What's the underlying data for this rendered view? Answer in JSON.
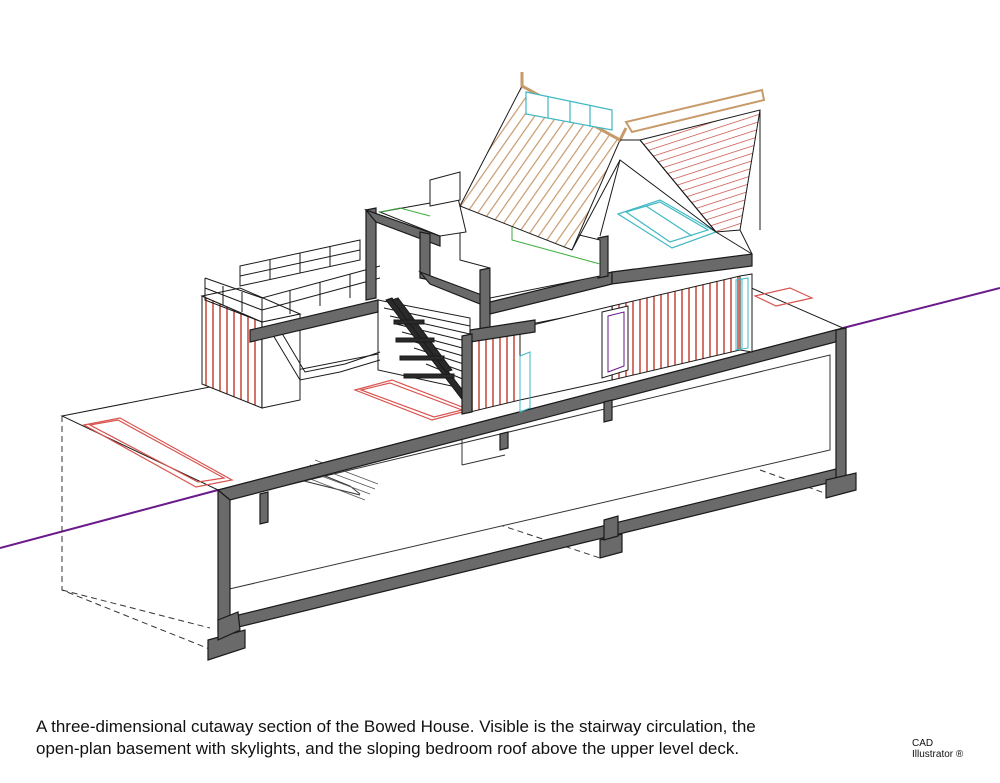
{
  "caption": {
    "line1": "A three-dimensional cutaway section of the Bowed House.  Visible is the stairway circulation, the",
    "line2": "open-plan basement with skylights, and the sloping bedroom roof above the upper level deck."
  },
  "credit": {
    "line1": "CAD",
    "line2": "Illustrator ®"
  },
  "colors": {
    "section_cut": "#6a6a6a",
    "section_outline": "#1a1a1a",
    "site_line": "#6a1a8a",
    "timber_cladding": "#c0392b",
    "roof_planks_tan": "#c79a6a",
    "skylight_glazing": "#3fb8c4",
    "planter": "#d9534f",
    "accent_green": "#3cae3c"
  }
}
